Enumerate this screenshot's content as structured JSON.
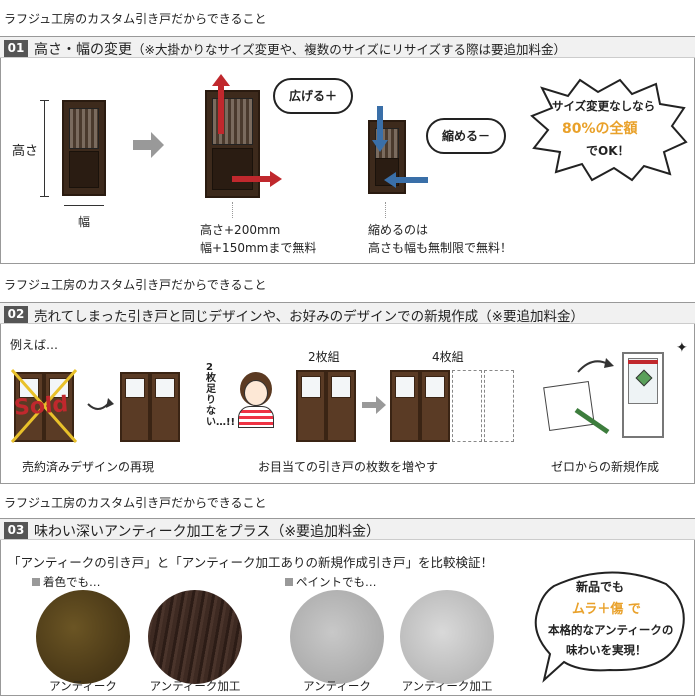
{
  "sections": [
    {
      "kicker": "ラフジュ工房のカスタム引き戸だからできること",
      "number": "01",
      "heading": "高さ・幅の変更",
      "note": "（※大掛かりなサイズ変更や、複数のサイズにリサイズする際は要追加料金）",
      "height_label": "高さ",
      "width_label": "幅",
      "expand_bubble": "広げる＋",
      "shrink_bubble": "縮める－",
      "expand_caption": [
        "高さ+200mm",
        "幅+150mmまで無料"
      ],
      "shrink_caption": [
        "縮めるのは",
        "高さも幅も無制限で無料！"
      ],
      "promo_bubble": [
        "サイズ変更なしなら",
        "80%の全額",
        "でOK！"
      ]
    },
    {
      "kicker": "ラフジュ工房のカスタム引き戸だからできること",
      "number": "02",
      "heading": "売れてしまった引き戸と同じデザインや、お好みのデザインでの新規作成（※要追加料金）",
      "example": "例えば…",
      "sold_word": "Sold",
      "two_set": "2枚組",
      "four_set": "4枚組",
      "two_short": "2枚足りない…!!",
      "captions": [
        "売約済みデザインの再現",
        "お目当ての引き戸の枚数を増やす",
        "ゼロからの新規作成"
      ]
    },
    {
      "kicker": "ラフジュ工房のカスタム引き戸だからできること",
      "number": "03",
      "heading": "味わい深いアンティーク加工をプラス（※要追加料金）",
      "compare": "「アンティークの引き戸」と「アンティーク加工ありの新規作成引き戸」を比較検証！",
      "stain_label": "着色でも…",
      "paint_label": "ペイントでも…",
      "swatches": [
        "アンティーク",
        "アンティーク加工",
        "アンティーク",
        "アンティーク加工"
      ],
      "bubble": [
        "新品でも",
        "ムラ＋傷 で",
        "本格的なアンティークの",
        "味わいを実現！"
      ]
    }
  ],
  "colors": {
    "accent_red": "#c0282d",
    "accent_blue": "#3a6fa8",
    "promo_orange": "#e9a12a"
  }
}
